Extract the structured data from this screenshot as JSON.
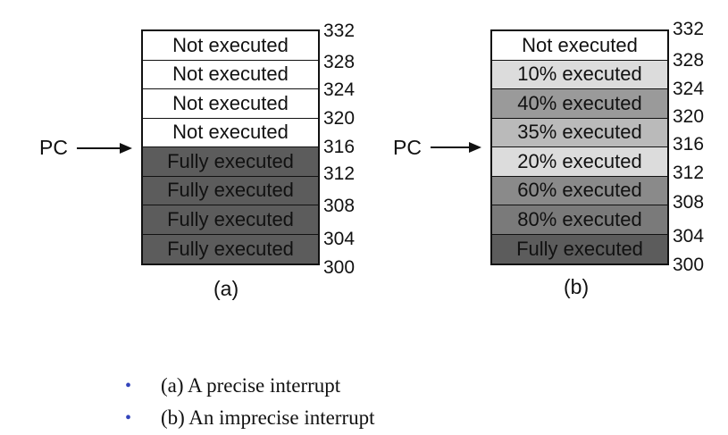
{
  "diagram_a": {
    "cells": [
      {
        "label": "Not executed",
        "bg": "#ffffff"
      },
      {
        "label": "Not executed",
        "bg": "#ffffff"
      },
      {
        "label": "Not executed",
        "bg": "#ffffff"
      },
      {
        "label": "Not executed",
        "bg": "#ffffff"
      },
      {
        "label": "Fully executed",
        "bg": "#5c5c5c"
      },
      {
        "label": "Fully executed",
        "bg": "#5c5c5c"
      },
      {
        "label": "Fully executed",
        "bg": "#5c5c5c"
      },
      {
        "label": "Fully executed",
        "bg": "#5c5c5c"
      }
    ],
    "addresses": [
      "332",
      "328",
      "324",
      "320",
      "316",
      "312",
      "308",
      "304",
      "300"
    ],
    "pc_label": "PC",
    "caption": "(a)"
  },
  "diagram_b": {
    "cells": [
      {
        "label": "Not executed",
        "bg": "#ffffff"
      },
      {
        "label": "10% executed",
        "bg": "#dcdcdc"
      },
      {
        "label": "40% executed",
        "bg": "#9a9a9a"
      },
      {
        "label": "35% executed",
        "bg": "#bababa"
      },
      {
        "label": "20% executed",
        "bg": "#dcdcdc"
      },
      {
        "label": "60% executed",
        "bg": "#8a8a8a"
      },
      {
        "label": "80% executed",
        "bg": "#7a7a7a"
      },
      {
        "label": "Fully executed",
        "bg": "#5c5c5c"
      }
    ],
    "addresses": [
      "332",
      "328",
      "324",
      "320",
      "316",
      "312",
      "308",
      "304",
      "300"
    ],
    "pc_label": "PC",
    "caption": "(b)"
  },
  "bullets": [
    {
      "marker": "•",
      "text": "(a) A precise interrupt"
    },
    {
      "marker": "•",
      "text": "(b) An imprecise interrupt"
    }
  ],
  "colors": {
    "bullet": "#3344bb",
    "border": "#111111"
  }
}
